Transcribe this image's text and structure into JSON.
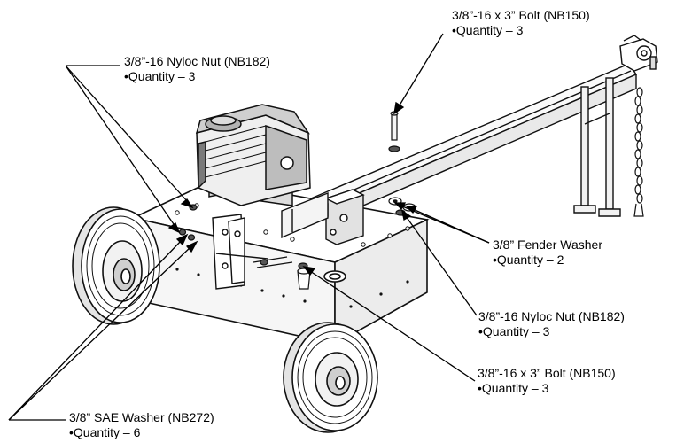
{
  "callouts": [
    {
      "id": "bolt-top",
      "title": "3/8”-16 x 3” Bolt (NB150)",
      "qty": "•Quantity – 3"
    },
    {
      "id": "nut-top",
      "title": "3/8”-16 Nyloc Nut (NB182)",
      "qty": "•Quantity – 3"
    },
    {
      "id": "fender-washer",
      "title": "3/8” Fender Washer",
      "qty": "•Quantity – 2"
    },
    {
      "id": "nut-right",
      "title": "3/8”-16 Nyloc Nut (NB182)",
      "qty": "•Quantity – 3"
    },
    {
      "id": "bolt-right",
      "title": "3/8”-16 x 3” Bolt (NB150)",
      "qty": "•Quantity – 3"
    },
    {
      "id": "sae-washer",
      "title": "3/8” SAE Washer (NB272)",
      "qty": "•Quantity – 6"
    }
  ]
}
